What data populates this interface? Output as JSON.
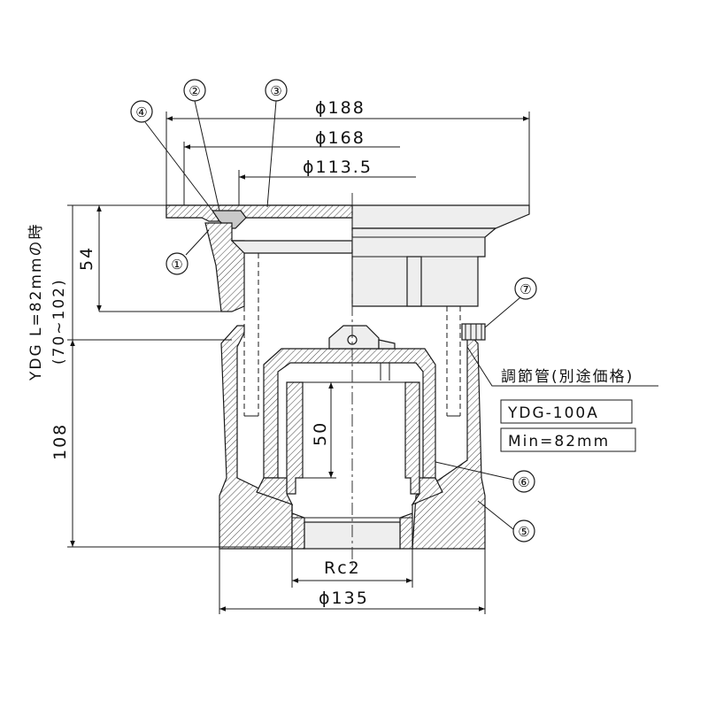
{
  "dimensions": {
    "d188": "ϕ188",
    "d168": "ϕ168",
    "d1135": "ϕ113.5",
    "h54": "54",
    "h108": "108",
    "h50": "50",
    "rc2": "Rc2",
    "d135": "ϕ135"
  },
  "side_note": {
    "line1": "YDG L=82mmの時",
    "line2": "(70~102)"
  },
  "callouts": [
    "①",
    "②",
    "③",
    "④",
    "⑤",
    "⑥",
    "⑦"
  ],
  "adjust_pipe": {
    "title": "調節管(別途価格)",
    "model": "YDG-100A",
    "min": "Min=82mm"
  }
}
